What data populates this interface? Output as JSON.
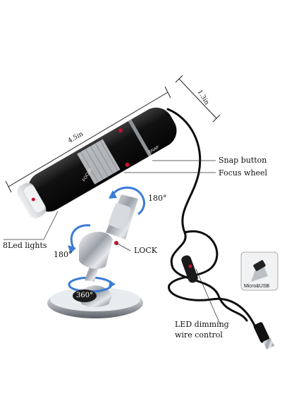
{
  "dimensions": {
    "length": "4.5in",
    "diameter": "1.3in"
  },
  "body_text": {
    "snap": "SNAP",
    "focus": "FOCUS"
  },
  "callouts": {
    "snap_button": "Snap button",
    "focus_wheel": "Focus wheel",
    "led_lights": "8Led lights",
    "lock": "LOCK",
    "led_dimming_line1": "LED dimming",
    "led_dimming_line2": "wire control",
    "micro_usb": "Micro&USB"
  },
  "rotation": {
    "top": "180°",
    "left": "180°",
    "base": "360°"
  },
  "colors": {
    "body": "#151515",
    "accent": "#c8102e",
    "metal": "#c9ccd1",
    "arrow": "#3a7bd5"
  }
}
